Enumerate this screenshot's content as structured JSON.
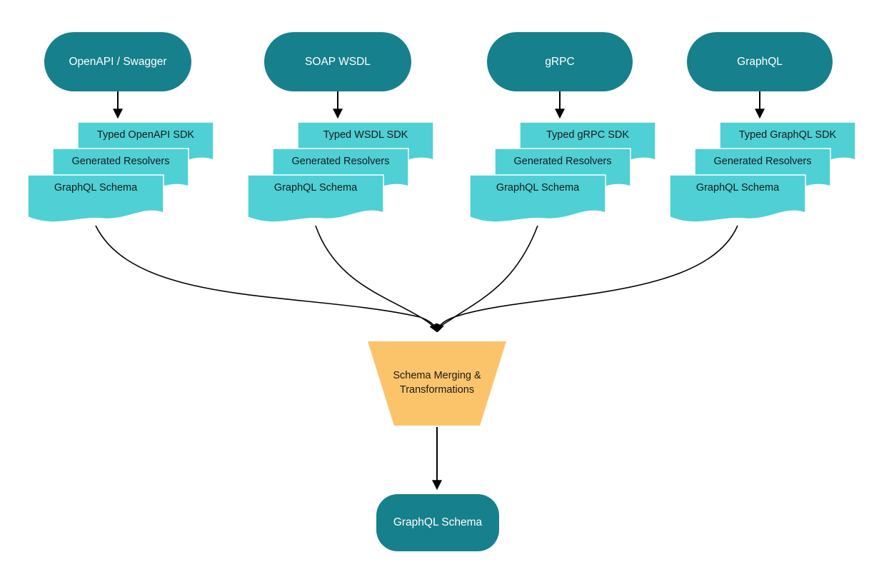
{
  "colors": {
    "source_node": "#16808C",
    "document_node": "#4ED0D5",
    "merge_node": "#FBC46B",
    "connector": "#000000",
    "source_text": "#FFFFFF",
    "document_text": "#1A1A1A"
  },
  "sources": [
    {
      "label": "OpenAPI / Swagger",
      "docs": [
        "Typed OpenAPI SDK",
        "Generated Resolvers",
        "GraphQL Schema"
      ]
    },
    {
      "label": "SOAP WSDL",
      "docs": [
        "Typed WSDL SDK",
        "Generated Resolvers",
        "GraphQL Schema"
      ]
    },
    {
      "label": "gRPC",
      "docs": [
        "Typed gRPC SDK",
        "Generated Resolvers",
        "GraphQL Schema"
      ]
    },
    {
      "label": "GraphQL",
      "docs": [
        "Typed GraphQL SDK",
        "Generated Resolvers",
        "GraphQL Schema"
      ]
    }
  ],
  "merge_node": {
    "label": "Schema Merging &\nTransformations"
  },
  "output_node": {
    "label": "GraphQL Schema"
  }
}
